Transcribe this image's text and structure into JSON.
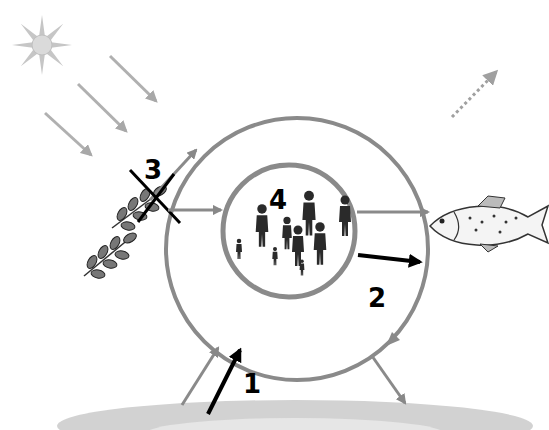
{
  "diagram": {
    "labels": [
      "3",
      "4",
      "2",
      "1"
    ]
  }
}
